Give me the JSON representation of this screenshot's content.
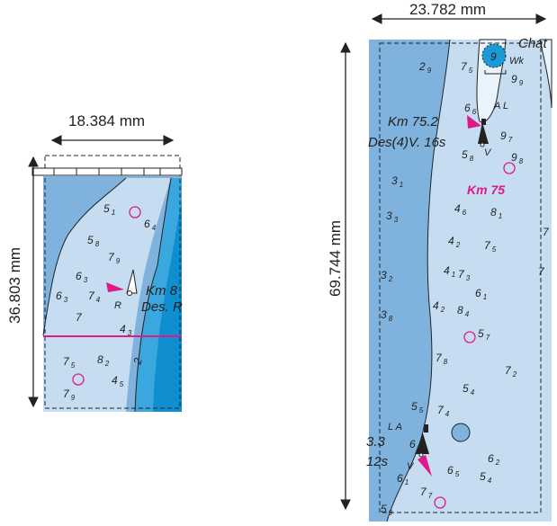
{
  "colors": {
    "deep": "#7fb3dd",
    "shoal": "#c6dcf1",
    "channel": "#1a9ad6",
    "land": "#eaf3fb",
    "magenta": "#e0198a",
    "line": "#222222"
  },
  "left_panel": {
    "width_label": "18.384 mm",
    "height_label": "36.803 mm",
    "light_label": "Km 8",
    "light_desc": "Des. R",
    "light_letter": "R",
    "channel_mark": "2",
    "soundings": [
      {
        "d": "5",
        "s": "1"
      },
      {
        "d": "6",
        "s": "4"
      },
      {
        "d": "5",
        "s": "8"
      },
      {
        "d": "7",
        "s": "9"
      },
      {
        "d": "6",
        "s": "3"
      },
      {
        "d": "6",
        "s": "3"
      },
      {
        "d": "7",
        "s": "4"
      },
      {
        "d": "7",
        "s": ""
      },
      {
        "d": "4",
        "s": "3"
      },
      {
        "d": "8",
        "s": "2"
      },
      {
        "d": "7",
        "s": "5"
      },
      {
        "d": "4",
        "s": "5"
      },
      {
        "d": "7",
        "s": "9"
      }
    ]
  },
  "right_panel": {
    "width_label": "23.782 mm",
    "height_label": "69.744 mm",
    "chat_label": "Chat",
    "wk_label": "Wk",
    "buoy_number": "9",
    "light1_label": "Km 75.2",
    "light1_desc": "Des(4)V. 16s",
    "light1_letter": "V",
    "km_label": "Km 75",
    "light2_char": "3.3",
    "light2_period": "12s",
    "light2_letter": "V",
    "al_label": "A L",
    "la_label": "L A",
    "soundings": [
      {
        "d": "2",
        "s": "9"
      },
      {
        "d": "7",
        "s": "5"
      },
      {
        "d": "9",
        "s": "9"
      },
      {
        "d": "6",
        "s": "6"
      },
      {
        "d": "9",
        "s": "7"
      },
      {
        "d": "5",
        "s": "8"
      },
      {
        "d": "9",
        "s": "8"
      },
      {
        "d": "3",
        "s": "1"
      },
      {
        "d": "3",
        "s": "3"
      },
      {
        "d": "4",
        "s": "6"
      },
      {
        "d": "8",
        "s": "1"
      },
      {
        "d": "4",
        "s": "2"
      },
      {
        "d": "7",
        "s": "5"
      },
      {
        "d": "4",
        "s": "1"
      },
      {
        "d": "7",
        "s": "3"
      },
      {
        "d": "3",
        "s": "2"
      },
      {
        "d": "6",
        "s": "1"
      },
      {
        "d": "4",
        "s": "2"
      },
      {
        "d": "8",
        "s": "4"
      },
      {
        "d": "3",
        "s": "8"
      },
      {
        "d": "5",
        "s": "7"
      },
      {
        "d": "7",
        "s": "8"
      },
      {
        "d": "7",
        "s": "2"
      },
      {
        "d": "5",
        "s": "4"
      },
      {
        "d": "5",
        "s": "5"
      },
      {
        "d": "7",
        "s": "4"
      },
      {
        "d": "6",
        "s": "2"
      },
      {
        "d": "6",
        "s": ""
      },
      {
        "d": "6",
        "s": "1"
      },
      {
        "d": "6",
        "s": "5"
      },
      {
        "d": "5",
        "s": "4"
      },
      {
        "d": "7",
        "s": "7"
      },
      {
        "d": "5",
        "s": "9"
      },
      {
        "d": "7",
        "s": ""
      },
      {
        "d": "7",
        "s": ""
      }
    ]
  }
}
